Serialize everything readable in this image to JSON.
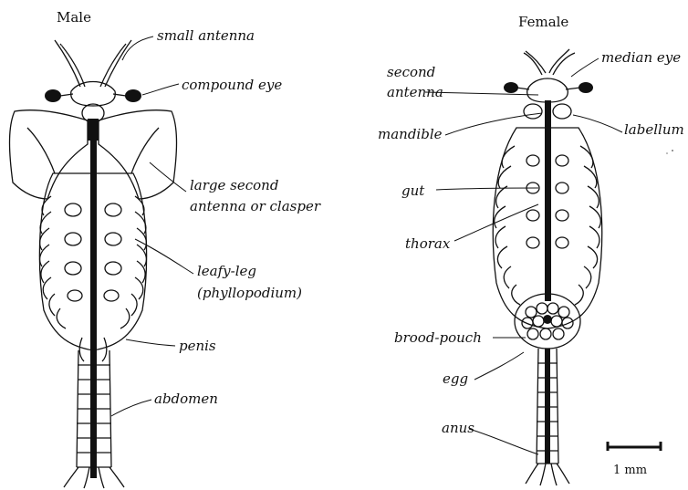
{
  "male": {
    "title": "Male",
    "labels": {
      "small_antenna": "small antenna",
      "compound_eye": "compound eye",
      "clasper_line1": "large second",
      "clasper_line2": "antenna or clasper",
      "leafy_leg_line1": "leafy-leg",
      "leafy_leg_line2": "(phyllopodium)",
      "penis": "penis",
      "abdomen": "abdomen"
    }
  },
  "female": {
    "title": "Female",
    "labels": {
      "second_antenna_line1": "second",
      "second_antenna_line2": "antenna",
      "median_eye": "median eye",
      "mandible": "mandible",
      "labellum": "labellum",
      "gut": "gut",
      "thorax": "thorax",
      "brood_pouch": "brood-pouch",
      "egg": "egg",
      "anus": "anus"
    }
  },
  "scale_bar": {
    "label": "1 mm"
  }
}
